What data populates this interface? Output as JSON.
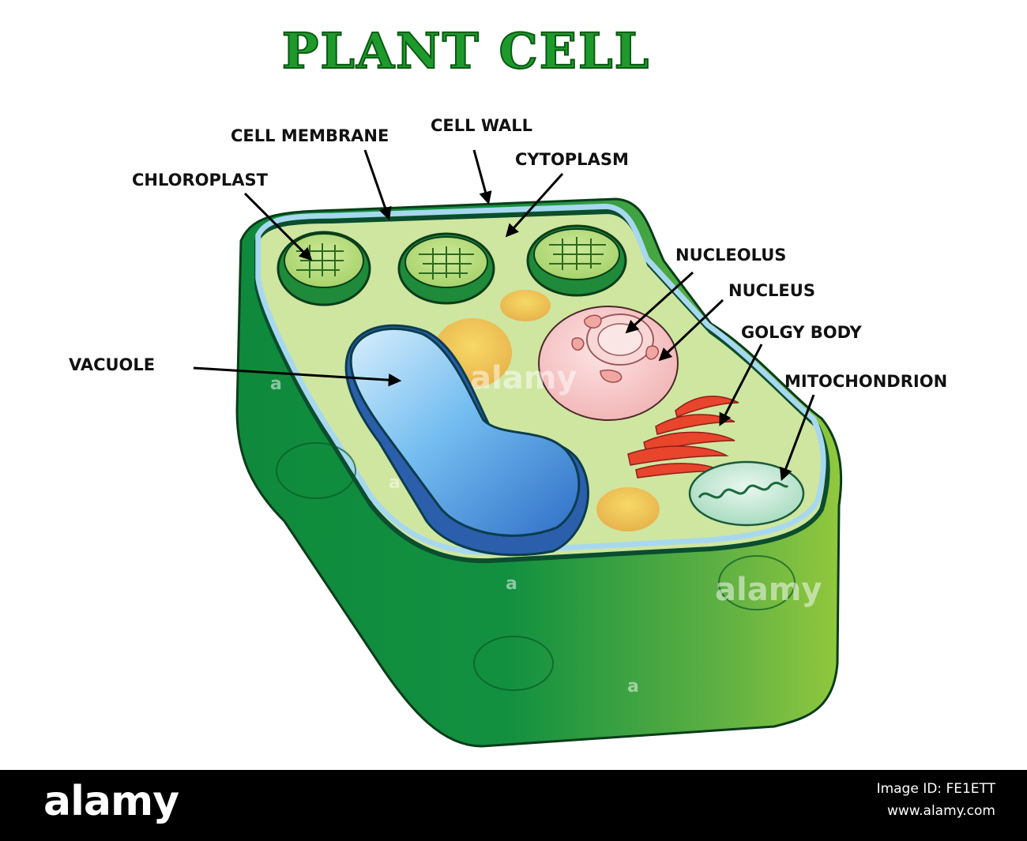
{
  "title": "PLANT CELL",
  "labels": {
    "cell_membrane": "CELL MEMBRANE",
    "cell_wall": "CELL WALL",
    "cytoplasm": "CYTOPLASM",
    "chloroplast": "CHLOROPLAST",
    "nucleolus": "NUCLEOLUS",
    "nucleus": "NUCLEUS",
    "golgy_body": "GOLGY BODY",
    "mitochondrion": "MITOCHONDRION",
    "vacuole": "VACUOLE"
  },
  "watermark": {
    "brand": "alamy",
    "letter": "a"
  },
  "footer": {
    "brand": "alamy",
    "image_id": "Image ID: FE1ETT",
    "site": "www.alamy.com"
  },
  "colors": {
    "cell_dark_green": "#0e8a3a",
    "cell_light_green": "#8cc63f",
    "cytoplasm": "#cfe6a0",
    "membrane_blue": "#a8d8f0",
    "vacuole_blue": "#4a90d9",
    "nucleus_pink": "#f7c9c9",
    "golgi_red": "#e8452c"
  }
}
